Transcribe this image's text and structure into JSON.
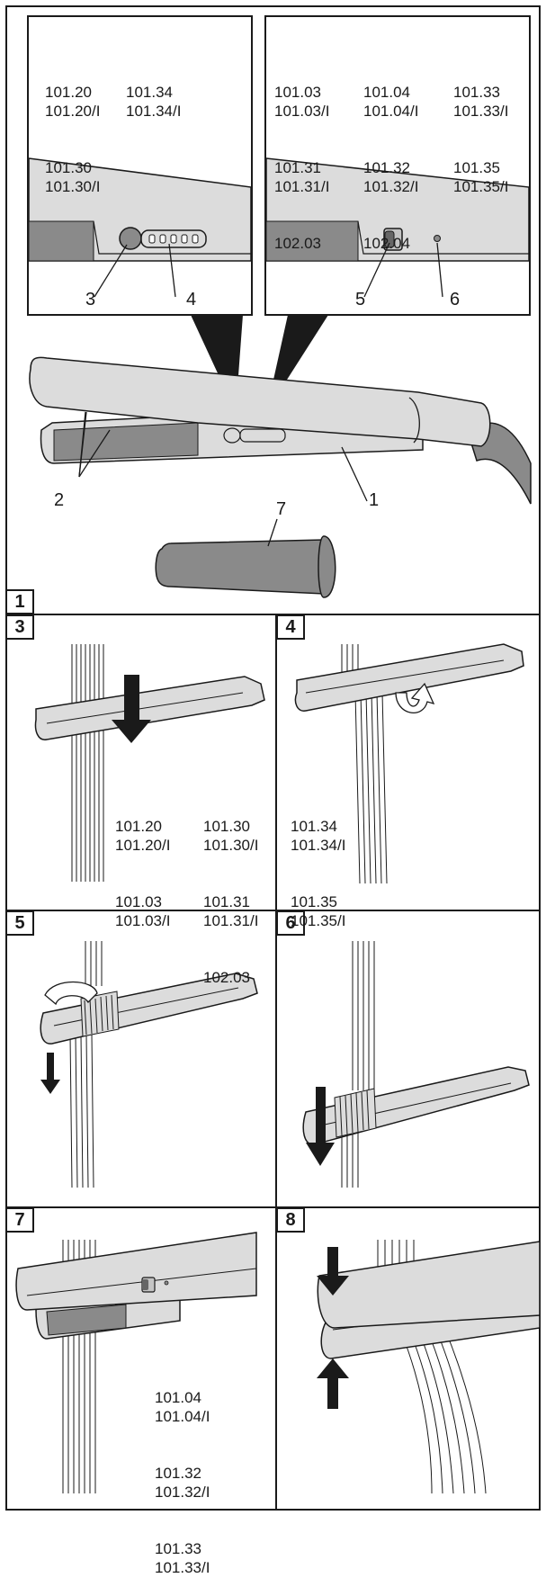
{
  "figure1": {
    "badge": "1",
    "inset_left": {
      "col1": [
        "101.20",
        "101.20/I",
        "101.30",
        "101.30/I"
      ],
      "col2": [
        "101.34",
        "101.34/I"
      ]
    },
    "inset_right": {
      "col1": [
        "101.03",
        "101.03/I",
        "101.31",
        "101.31/I",
        "102.03"
      ],
      "col2": [
        "101.04",
        "101.04/I",
        "101.32",
        "101.32/I",
        "102.04"
      ],
      "col3": [
        "101.33",
        "101.33/I",
        "101.35",
        "101.35/I"
      ]
    },
    "callouts": {
      "c1": "1",
      "c2": "2",
      "c3": "3",
      "c4": "4",
      "c5": "5",
      "c6": "6",
      "c7": "7"
    }
  },
  "panel3": {
    "badge": "3",
    "col1": [
      "101.20",
      "101.20/I",
      "101.03",
      "101.03/I"
    ],
    "col2": [
      "101.30",
      "101.30/I",
      "101.31",
      "101.31/I",
      "102.03"
    ],
    "col3": [
      "101.34",
      "101.34/I",
      "101.35",
      "101.35/I"
    ]
  },
  "panel4": {
    "badge": "4"
  },
  "panel5": {
    "badge": "5"
  },
  "panel6": {
    "badge": "6"
  },
  "panel7": {
    "badge": "7",
    "models": [
      "101.04",
      "101.04/I",
      "101.32",
      "101.32/I",
      "101.33",
      "101.33/I"
    ]
  },
  "panel8": {
    "badge": "8"
  },
  "colors": {
    "device": "#d9d9d9",
    "plate": "#8c8c8c",
    "cap": "#8a8a8a",
    "line": "#1a1a1a"
  }
}
